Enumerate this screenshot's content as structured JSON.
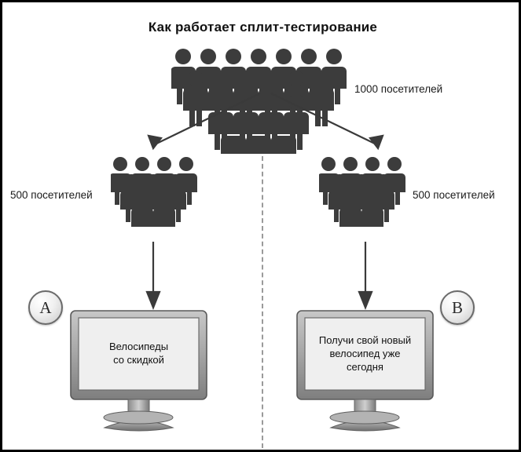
{
  "diagram": {
    "title": "Как работает сплит-тестирование",
    "labels": {
      "total_visitors": "1000 посетителей",
      "left_visitors": "500 посетителей",
      "right_visitors": "500 посетителей"
    },
    "variants": [
      {
        "badge": "A",
        "screen_lines": [
          "Велосипеды",
          "со скидкой"
        ]
      },
      {
        "badge": "B",
        "screen_lines": [
          "Получи свой новый",
          "велосипед уже",
          "сегодня"
        ]
      }
    ],
    "icons": {
      "crowd_top": "people-crowd-icon",
      "crowd_left": "people-crowd-icon",
      "crowd_right": "people-crowd-icon",
      "arrow_split_left": "arrow-down-left-icon",
      "arrow_split_right": "arrow-down-right-icon",
      "arrow_left": "arrow-down-icon",
      "arrow_right": "arrow-down-icon",
      "divider": "dashed-divider-icon",
      "monitor_left": "monitor-icon",
      "monitor_right": "monitor-icon"
    },
    "colors": {
      "people": "#3c3c3c",
      "border": "#000000",
      "divider": "#9a9a9a",
      "screen_fill": "#efefef",
      "monitor_body": "#9f9f9f"
    }
  }
}
